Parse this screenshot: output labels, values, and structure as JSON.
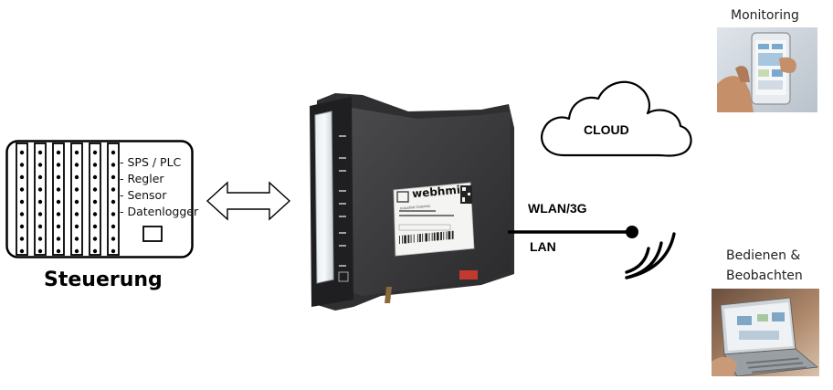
{
  "controller": {
    "title": "Steuerung",
    "items": [
      "- SPS / PLC",
      "- Regler",
      "- Sensor",
      "- Datenlogger"
    ]
  },
  "device": {
    "brand": "webhmi",
    "subtitle": "Industrial Gateway"
  },
  "cloud": {
    "label": "CLOUD"
  },
  "connection": {
    "wireless_label": "WLAN/3G",
    "wired_label": "LAN"
  },
  "monitoring": {
    "label": "Monitoring"
  },
  "operate": {
    "label_line1": "Bedienen &",
    "label_line2": "Beobachten"
  },
  "colors": {
    "device_body": "#3a3a3c",
    "line": "#000000"
  }
}
